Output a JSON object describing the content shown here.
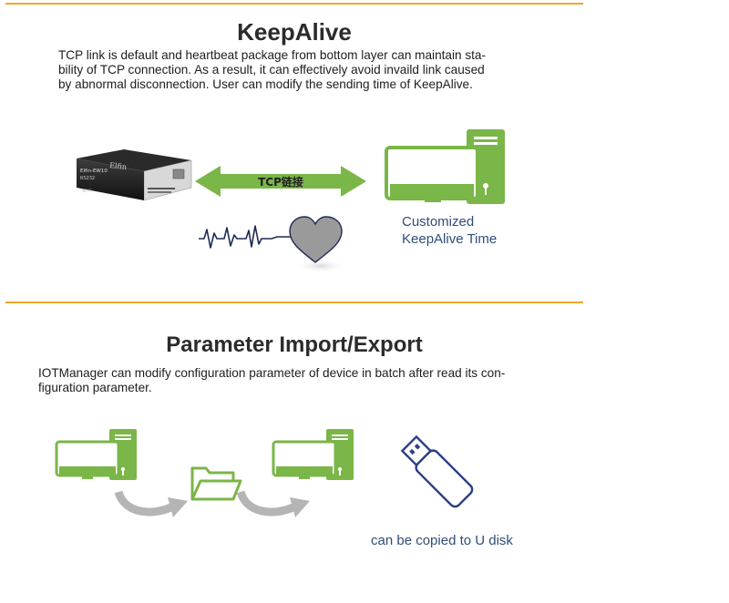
{
  "keepalive": {
    "title": "KeepAlive",
    "description_lines": [
      "TCP link is default and heartbeat package from bottom layer can maintain sta-",
      "bility of TCP connection. As a result, it can effectively avoid invaild link caused",
      "by abnormal disconnection. User can modify the sending time of KeepAlive."
    ],
    "arrow_label": "TCP链接",
    "pc_caption_lines": [
      "Customized",
      "KeepAlive Time"
    ],
    "device_text": {
      "brand": "Elfin",
      "model": "Elfin-EW10",
      "port": "RS232",
      "wifi": "Wi-Fi"
    }
  },
  "import_export": {
    "title": "Parameter Import/Export",
    "description_lines": [
      "IOTManager can modify configuration parameter of device in batch after read its con-",
      "figuration parameter."
    ],
    "usb_caption": "can be copied to U disk"
  },
  "colors": {
    "accent_line": "#f3a72a",
    "green": "#7ab648",
    "usb_blue": "#2a3f86",
    "caption_blue": "#2f4d7a"
  }
}
